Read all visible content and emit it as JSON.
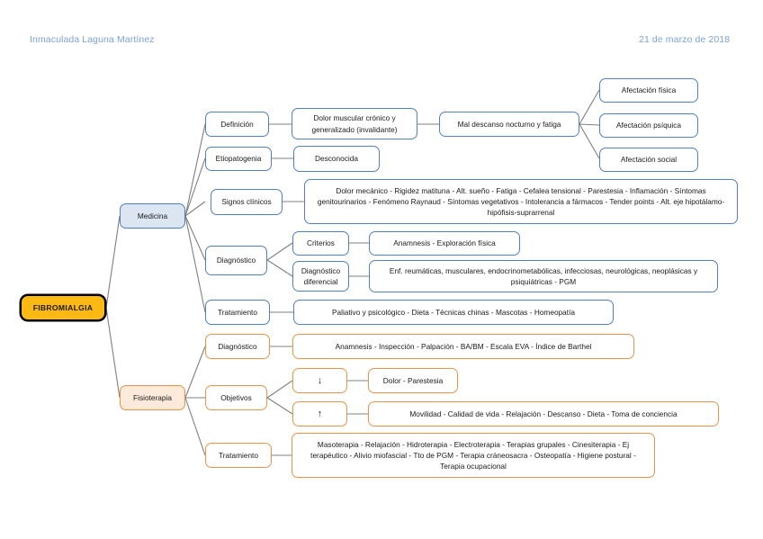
{
  "header": {
    "author": "Inmaculada Laguna Martínez",
    "date": "21 de marzo de 2018",
    "text_color": "#7ba2de"
  },
  "palette": {
    "root_fill": "#fcb813",
    "root_border": "#000000",
    "blue_border": "#4f81bd",
    "blue_fill": "#dce6f2",
    "orange_border": "#e8944a",
    "orange_fill": "#fdeada",
    "connector": "#808080"
  },
  "mindmap": {
    "root": {
      "label": "FIBROMIALGIA"
    },
    "branches": [
      {
        "label": "Medicina",
        "color": "blue",
        "children": [
          {
            "label": "Definición",
            "children": [
              {
                "label": "Dolor muscular crónico y generalizado (invalidante)",
                "children": [
                  {
                    "label": "Mal descanso nocturno y fatiga",
                    "children": [
                      {
                        "label": "Afectación física"
                      },
                      {
                        "label": "Afectación psíquica"
                      },
                      {
                        "label": "Afectación social"
                      }
                    ]
                  }
                ]
              }
            ]
          },
          {
            "label": "Etiopatogenia",
            "children": [
              {
                "label": "Desconocida"
              }
            ]
          },
          {
            "label": "Signos clínicos",
            "children": [
              {
                "label": "Dolor mecánico - Rigidez matituna - Alt. sueño - Fatiga - Cefalea tensional - Parestesia - Inflamación - Síntomas genitourinarios - Fenómeno Raynaud - Síntomas vegetativos - Intolerancia a fármacos - Tender points - Alt. eje hipotálamo-hipófisis-suprarrenal"
              }
            ]
          },
          {
            "label": "Diagnóstico",
            "children": [
              {
                "label": "Criterios",
                "children": [
                  {
                    "label": "Anamnesis - Exploración física"
                  }
                ]
              },
              {
                "label": "Diagnóstico diferencial",
                "children": [
                  {
                    "label": "Enf. reumáticas, musculares, endocrinometabólicas, infecciosas, neurológicas, neoplásicas y psiquiátricas - PGM"
                  }
                ]
              }
            ]
          },
          {
            "label": "Tratamiento",
            "children": [
              {
                "label": "Paliativo y psicológico - Dieta - Técnicas chinas - Mascotas - Homeopatía"
              }
            ]
          }
        ]
      },
      {
        "label": "Fisioterapia",
        "color": "orange",
        "children": [
          {
            "label": "Diagnóstico",
            "children": [
              {
                "label": "Anamnesis - Inspección - Palpación - BA/BM - Escala EVA - Índice de Barthel"
              }
            ]
          },
          {
            "label": "Objetivos",
            "children": [
              {
                "label": "↓",
                "icon": "arrow-down-icon",
                "children": [
                  {
                    "label": "Dolor - Parestesia"
                  }
                ]
              },
              {
                "label": "↑",
                "icon": "arrow-up-icon",
                "children": [
                  {
                    "label": "Movilidad - Calidad de vida - Relajación - Descanso - Dieta - Toma de conciencia"
                  }
                ]
              }
            ]
          },
          {
            "label": "Tratamiento",
            "children": [
              {
                "label": "Masoterapia - Relajación - Hidroterapia - Electroterapia - Terapias grupales - Cinesiterapia - Ej terapéutico - Alivio miofascial - Tto de PGM - Terapia cráneosacra - Osteopatía - Higiene postural - Terapia ocupacional"
              }
            ]
          }
        ]
      }
    ]
  }
}
